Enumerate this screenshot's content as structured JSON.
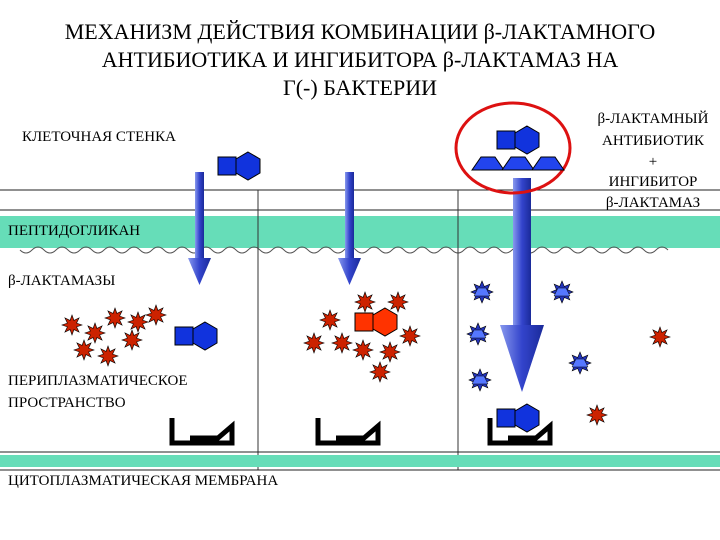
{
  "title": {
    "line1": "МЕХАНИЗМ ДЕЙСТВИЯ КОМБИНАЦИИ β-ЛАКТАМНОГО",
    "line2": "АНТИБИОТИКА И ИНГИБИТОРА β-ЛАКТАМАЗ НА",
    "line3": "Г(-) БАКТЕРИИ"
  },
  "labels": {
    "cell_wall": "КЛЕТОЧНАЯ СТЕНКА",
    "peptidoglycan": "ПЕПТИДОГЛИКАН",
    "beta_lactamases": "β-ЛАКТАМАЗЫ",
    "periplasm_line1": "ПЕРИПЛАЗМАТИЧЕСКОЕ",
    "periplasm_line2": "ПРОСТРАНСТВО",
    "cytoplasmic_membrane": "ЦИТОПЛАЗМАТИЧЕСКАЯ МЕМБРАНА"
  },
  "legend": {
    "line1": "β-ЛАКТАМНЫЙ",
    "line2": "АНТИБИОТИК",
    "line3": "+",
    "line4": "ИНГИБИТОР",
    "line5": "β-ЛАКТАМАЗ"
  },
  "colors": {
    "antibiotic": "#1133dd",
    "inhibited_antibiotic": "#ff3300",
    "enzyme": "#cc2200",
    "band": "#66ddb8",
    "arrow": "#3344cc",
    "highlight_circle": "#dd1111"
  }
}
